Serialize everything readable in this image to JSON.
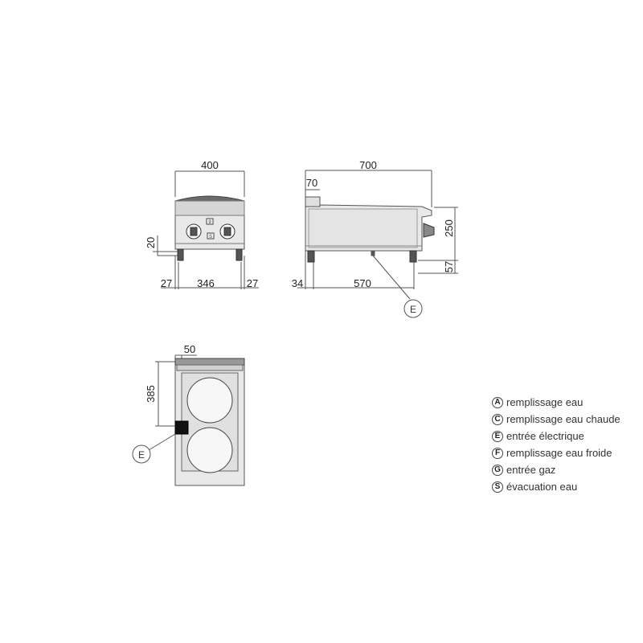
{
  "dimensions": {
    "front_width": "400",
    "front_height": "20",
    "front_left_leg": "27",
    "front_inner": "346",
    "front_right_leg": "27",
    "side_depth": "700",
    "side_back": "70",
    "side_height": "250",
    "side_leg": "57",
    "side_left": "34",
    "side_inner": "570",
    "top_offset": "50",
    "top_depth": "385"
  },
  "panel_labels": {
    "top_switch": "9",
    "bottom_switch": "S"
  },
  "connection_markers": {
    "side": "E",
    "top": "E"
  },
  "legend": [
    {
      "code": "A",
      "label": "remplissage eau"
    },
    {
      "code": "C",
      "label": "remplissage eau chaude"
    },
    {
      "code": "E",
      "label": "entrée électrique"
    },
    {
      "code": "F",
      "label": "remplissage eau froide"
    },
    {
      "code": "G",
      "label": "entrée gaz"
    },
    {
      "code": "S",
      "label": "évacuation eau"
    }
  ]
}
